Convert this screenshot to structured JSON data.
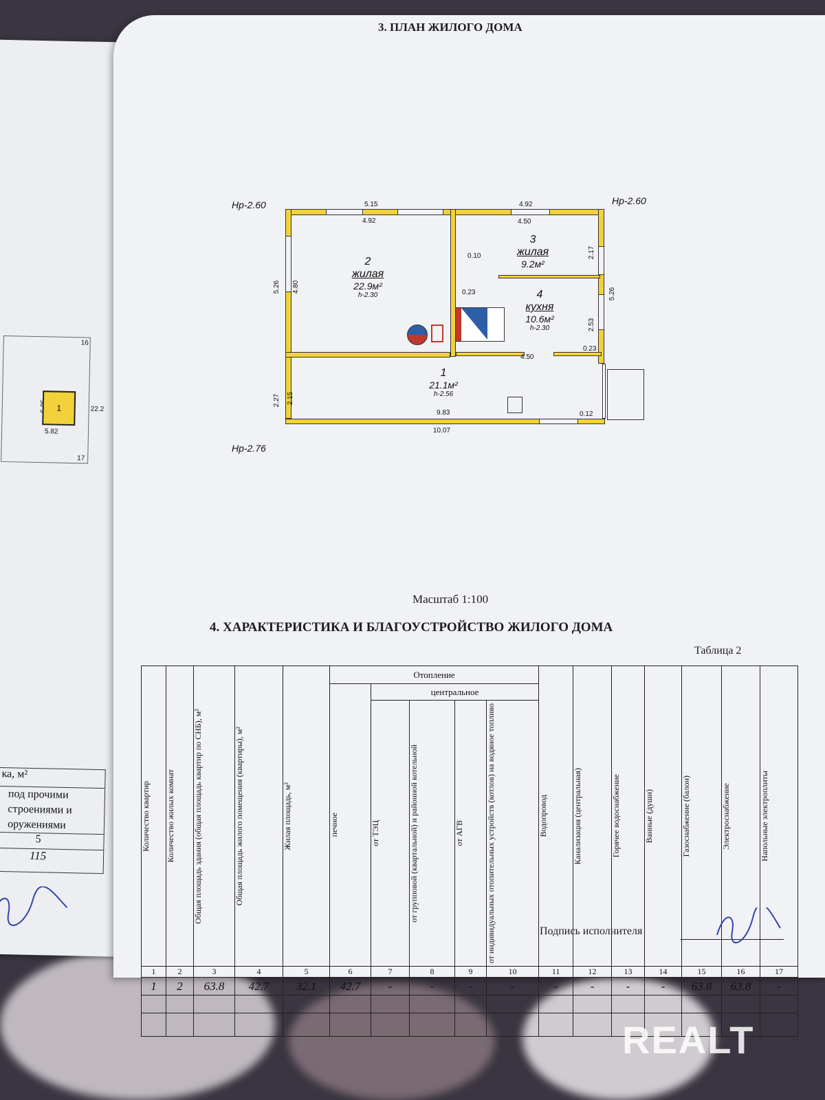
{
  "section3_title": "3. ПЛАН ЖИЛОГО ДОМА",
  "section4_title": "4. ХАРАКТЕРИСТИКА  И  БЛАГОУСТРОЙСТВО ЖИЛОГО ДОМА",
  "scale": "Масштаб 1:100",
  "table_caption": "Таблица 2",
  "signature_label": "Подпись исполнителя",
  "watermark": "REALT",
  "plan": {
    "elevations": [
      "Нр-2.60",
      "Нр-2.60",
      "Нр-2.76"
    ],
    "rooms": [
      {
        "num": "1",
        "name": "",
        "area": "21.1м²",
        "height": "h-2.56"
      },
      {
        "num": "2",
        "name": "жилая",
        "area": "22.9м²",
        "height": "h-2.30"
      },
      {
        "num": "3",
        "name": "жилая",
        "area": "9.2м²",
        "height": ""
      },
      {
        "num": "4",
        "name": "кухня",
        "area": "10.6м²",
        "height": "h-2.30"
      }
    ],
    "dimensions": [
      "5.15",
      "4.92",
      "4.92",
      "4.50",
      "5.26",
      "4.80",
      "0.10",
      "0.23",
      "2.17",
      "5.26",
      "2.53",
      "4.50",
      "0.23",
      "2.27",
      "2.15",
      "9.83",
      "10.07",
      "0.12"
    ]
  },
  "left_page": {
    "site_labels": [
      "16",
      "5.85",
      "1",
      "22.2",
      "5.82",
      "17"
    ],
    "table_header": "ка, м²",
    "table_lines": [
      "под прочими",
      "строениями и",
      "оружениями"
    ],
    "col_num": "5",
    "value": "115"
  },
  "table": {
    "headers": {
      "col1": "Количество квартир",
      "col2": "Количество жилых комнат",
      "col3": "Общая площадь здания (общая площадь квартир по СНБ), м²",
      "col4": "Общая площадь жилого помещения (квартиры), м²",
      "col5": "Жилая площадь, м²",
      "heating": "Отопление",
      "col6": "печное",
      "central": "центральное",
      "col7": "от ТЭЦ",
      "col8": "от групповой (квартальной) и районной котельной",
      "col9": "от АГВ",
      "col10": "от индивидуальных отопительных устройств (котлов) на водяное топливо",
      "col11": "Водопровод",
      "col12": "Канализация (центральная)",
      "col13": "Горячее водоснабжение",
      "col14": "Ванные (души)",
      "col15": "Газоснабжение (балон)",
      "col16": "Электроснабжение",
      "col17": "Напольные электроплиты"
    },
    "col_numbers": [
      "1",
      "2",
      "3",
      "4",
      "5",
      "6",
      "7",
      "8",
      "9",
      "10",
      "11",
      "12",
      "13",
      "14",
      "15",
      "16",
      "17"
    ],
    "row": [
      "1",
      "2",
      "63.8",
      "42.7",
      "32.1",
      "42.7",
      "-",
      "-",
      "-",
      "-",
      "-",
      "-",
      "-",
      "-",
      "63.8",
      "63.8",
      "-"
    ]
  }
}
